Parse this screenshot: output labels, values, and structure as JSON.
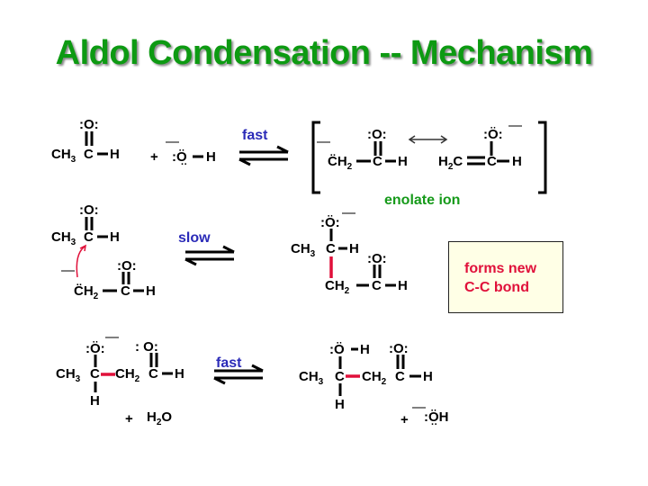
{
  "title": "Aldol Condensation -- Mechanism",
  "steps": [
    {
      "arrow_label": "fast",
      "reactants": [
        "CH3CHO (acetaldehyde)",
        "-OH (hydroxide)"
      ],
      "products": [
        "enolate ion (resonance forms)"
      ],
      "product_label": "enolate ion"
    },
    {
      "arrow_label": "slow",
      "reactants": [
        "CH3CHO",
        "enolate ion"
      ],
      "products": [
        "alkoxide addition product"
      ]
    },
    {
      "arrow_label": "fast",
      "reactants": [
        "alkoxide addition product",
        "H2O"
      ],
      "products": [
        "3-hydroxybutanal",
        "-OH"
      ]
    }
  ],
  "note": {
    "line1": "forms new",
    "line2": "C-C bond"
  },
  "atoms": {
    "O": ":O:",
    "C": "C",
    "H": "H",
    "CH": "CH",
    "H2": "H",
    "plus": "+",
    "OH": "O",
    "OHfull": ":ÖH",
    "minus": "—",
    "dots": "··",
    "colon": ":"
  },
  "colors": {
    "title": "#0d9a12",
    "arrow_label": "#2b2bb8",
    "enolate_label": "#169a1a",
    "new_bond": "#e0103a",
    "note_bg": "#ffffe6"
  }
}
